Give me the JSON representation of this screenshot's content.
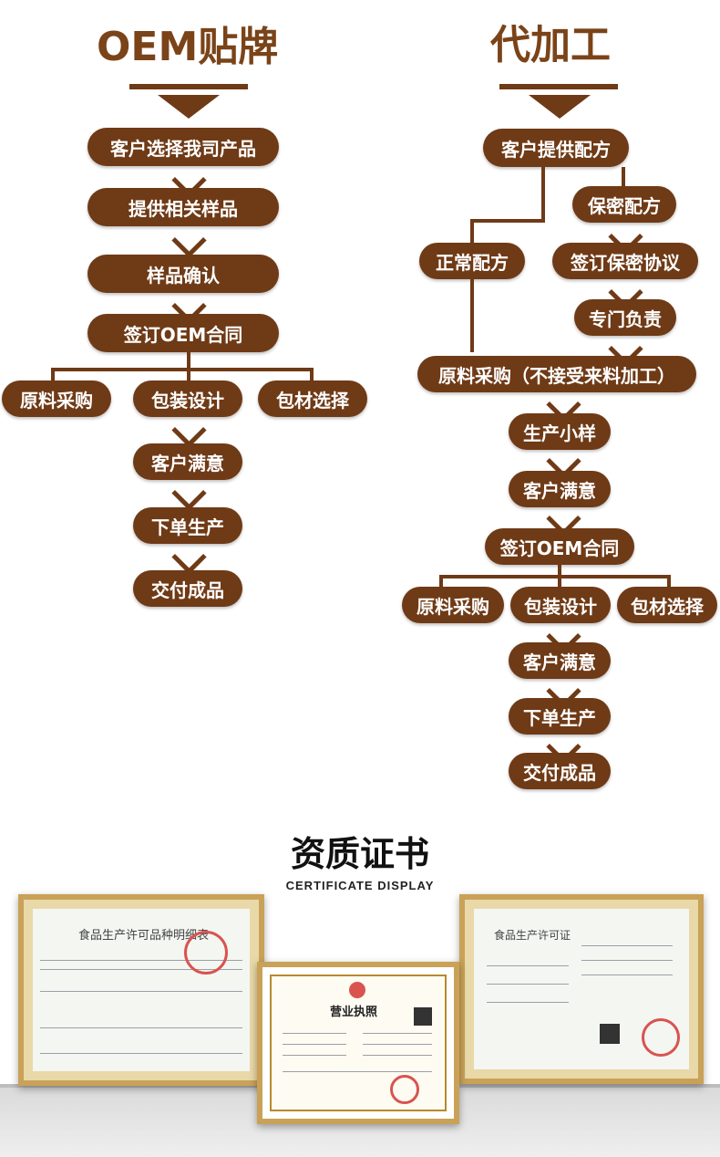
{
  "left": {
    "title": "OEM贴牌",
    "steps": [
      "客户选择我司产品",
      "提供相关样品",
      "样品确认",
      "签订OEM合同"
    ],
    "branches": [
      "原料采购",
      "包装设计",
      "包材选择"
    ],
    "after": [
      "客户满意",
      "下单生产",
      "交付成品"
    ]
  },
  "right": {
    "title": "代加工",
    "start": "客户提供配方",
    "normal": "正常配方",
    "secret": [
      "保密配方",
      "签订保密协议",
      "专门负责"
    ],
    "merge": "原料采购（不接受来料加工）",
    "steps": [
      "生产小样",
      "客户满意",
      "签订OEM合同"
    ],
    "branches": [
      "原料采购",
      "包装设计",
      "包材选择"
    ],
    "after": [
      "客户满意",
      "下单生产",
      "交付成品"
    ]
  },
  "certs": {
    "title": "资质证书",
    "subtitle": "CERTIFICATE DISPLAY",
    "left_doc": "食品生产许可品种明细表",
    "center_doc": "营业执照",
    "right_doc": "食品生产许可证"
  },
  "colors": {
    "brown": "#6f3a16",
    "title_brown": "#7a4318",
    "frame_gold": "#c9a258"
  }
}
